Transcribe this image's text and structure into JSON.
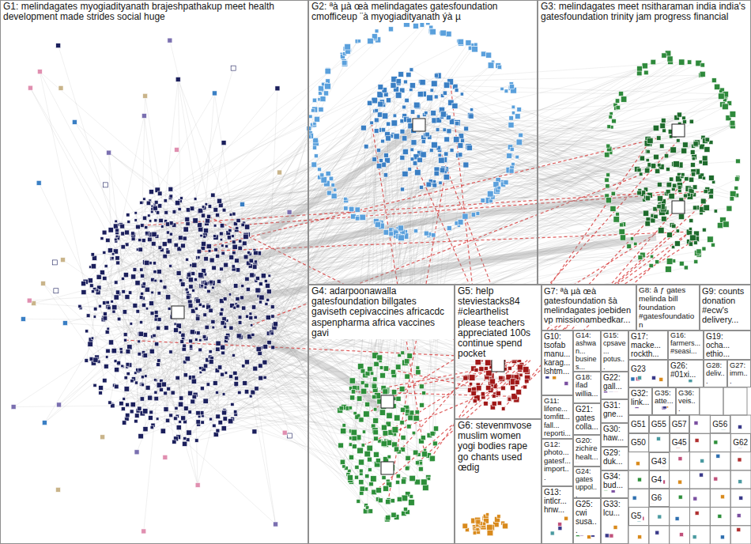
{
  "diagram": {
    "nodes": [
      {
        "text": [
          "G1: melindagates myogiadityanath brajeshpathakup meet health development made strides social huge"
        ]
      },
      {
        "text": [
          "G2: ªà µà œà melindagates gatesfoundation cmofficeup ¨à myogiadityanath ýà µ"
        ]
      },
      {
        "text": [
          "G3: melindagates meet nsitharaman india india's gatesfoundation trinity jam progress financial"
        ]
      },
      {
        "text": [
          "G4: adarpoonawalla gatesfoundation billgates gaviseth cepivaccines africacdc aspenpharma africa vaccines gavi"
        ]
      },
      {
        "text": [
          "G5: help steviestacks84 #clearthelist please teachers appreciated 100s continue spend pocket"
        ]
      },
      {
        "text": [
          "G6: stevenmvose muslim women yogi bodies rape go chants used œdig"
        ]
      },
      {
        "text": [
          "G7: ªà µà œà gatesfoundation šà melindagates joebiden vp missionambedkar..."
        ]
      },
      {
        "text": [
          "G8: â ƒ gates melinda bill foundation #gatesfoundation"
        ]
      },
      {
        "text": [
          "G9: counts donation #ecw's delivery..."
        ]
      },
      {
        "text": [
          "G10: tsofab manu... karag... lshtm..."
        ]
      },
      {
        "text": [
          "G11: lifene... tomfitt... fall... reporti..."
        ]
      },
      {
        "text": [
          "G12: photo... gatesf... import..."
        ]
      },
      {
        "text": [
          "G13: intlcr... hnw..."
        ]
      },
      {
        "text": [
          "G14: ashwan... busines..."
        ]
      },
      {
        "text": [
          "G15: cpsave... potus..."
        ]
      },
      {
        "text": [
          "G17: macke... rockth..."
        ]
      },
      {
        "text": [
          "G16: farmers... #seasi..."
        ]
      },
      {
        "text": [
          "G19: ocha... ethio..."
        ]
      },
      {
        "text": [
          "G18: ifad willia..."
        ]
      },
      {
        "text": [
          "G22: gall..."
        ]
      },
      {
        "text": [
          "G23"
        ]
      },
      {
        "text": [
          "G26: #01xi..."
        ]
      },
      {
        "text": [
          "G28: deliv..."
        ]
      },
      {
        "text": [
          "G27: imm..."
        ]
      },
      {
        "text": [
          "G21: gates colla..."
        ]
      },
      {
        "text": [
          "G31: gne..."
        ]
      },
      {
        "text": [
          "G32: link..."
        ]
      },
      {
        "text": [
          "G35: atte..."
        ]
      },
      {
        "text": [
          "G36: veis..."
        ]
      },
      {
        "text": [
          "G20: zichire healt..."
        ]
      },
      {
        "text": [
          "G30: haw..."
        ]
      },
      {
        "text": [
          "G29: duk..."
        ]
      },
      {
        "text": [
          "G24: gates uppol..."
        ]
      },
      {
        "text": [
          "G34: bud..."
        ]
      },
      {
        "text": [
          "G25: cwi susa..."
        ]
      },
      {
        "text": [
          "G33: lcu..."
        ]
      },
      {
        "text": [
          "G51"
        ]
      },
      {
        "text": [
          "G55"
        ]
      },
      {
        "text": [
          "G57"
        ]
      },
      {
        "text": [
          "G56"
        ]
      },
      {
        "text": [
          "G50"
        ]
      },
      {
        "text": [
          "G45"
        ]
      },
      {
        "text": [
          "G62"
        ]
      },
      {
        "text": [
          "G43"
        ]
      },
      {
        "text": [
          "G4"
        ]
      },
      {
        "text": [
          "G6"
        ]
      },
      {
        "text": [
          "G5"
        ]
      }
    ]
  }
}
